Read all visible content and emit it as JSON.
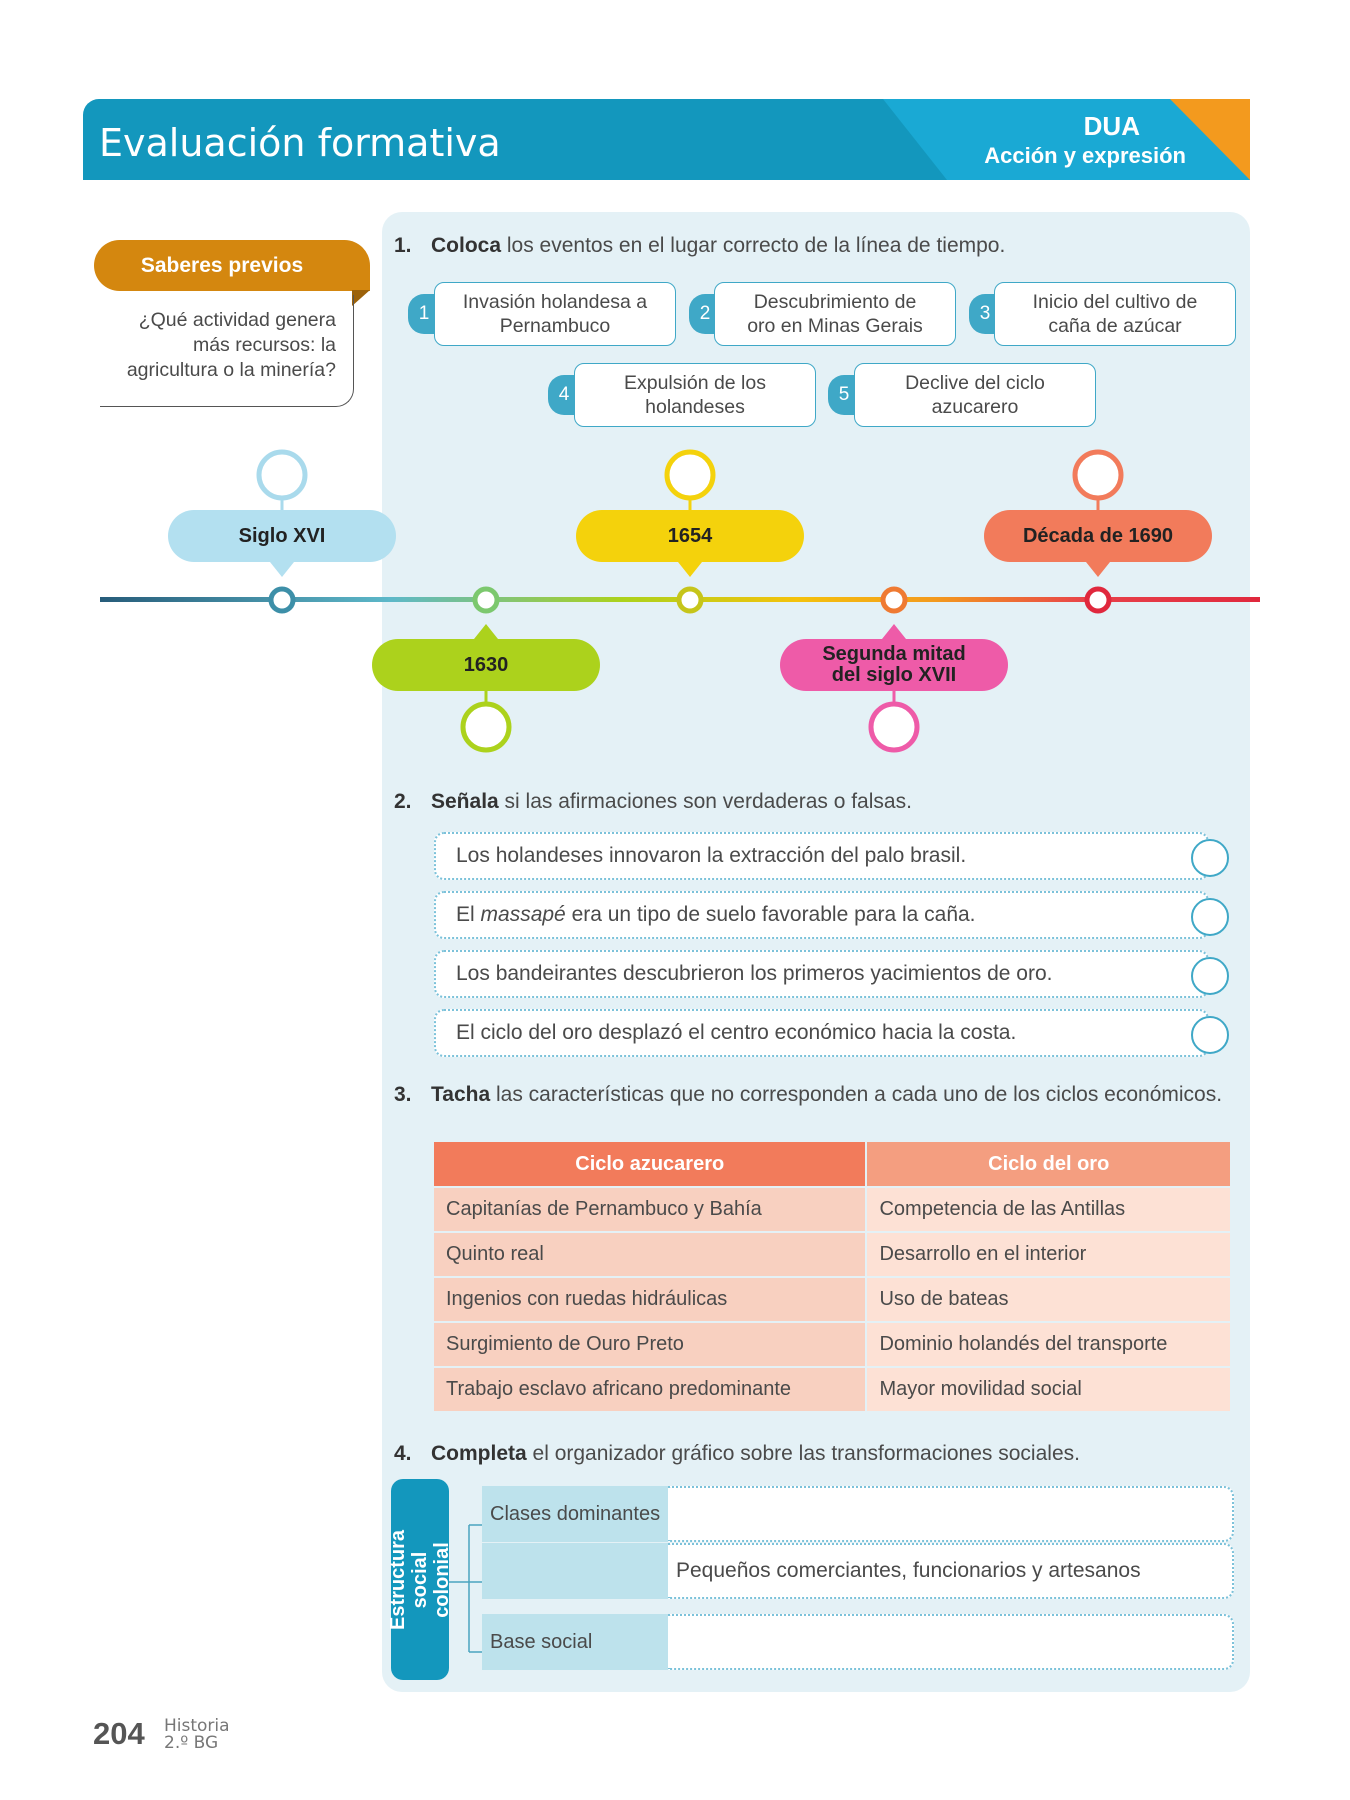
{
  "header": {
    "title": "Evaluación formativa",
    "dua": "DUA",
    "dua_subtitle": "Acción y expresión"
  },
  "saberes": {
    "tab": "Saberes previos",
    "question": "¿Qué actividad genera más recursos: la agricultura o la minería?"
  },
  "q1": {
    "num": "1.",
    "verb": "Coloca",
    "text": " los eventos en el lugar correcto de la línea de tiempo.",
    "events": [
      {
        "num": "1",
        "label": "Invasión holandesa a Pernambuco"
      },
      {
        "num": "2",
        "label": "Descubrimiento de oro en Minas Gerais"
      },
      {
        "num": "3",
        "label": "Inicio del cultivo de caña de azúcar"
      },
      {
        "num": "4",
        "label": "Expulsión de los holandeses"
      },
      {
        "num": "5",
        "label": "Declive del ciclo azucarero"
      }
    ],
    "timeline": [
      {
        "label": "Siglo XVI",
        "color": "#b3e0f0",
        "ring": "#a9daec"
      },
      {
        "label": "1630",
        "color": "#acd21c",
        "ring": "#acd21c"
      },
      {
        "label": "1654",
        "color": "#f4d20c",
        "ring": "#f4d20c"
      },
      {
        "label": "Segunda mitad del siglo XVII",
        "color": "#ee5ba8",
        "ring": "#ee5ba8"
      },
      {
        "label": "Década de 1690",
        "color": "#f27b5b",
        "ring": "#f27b5b"
      }
    ]
  },
  "q2": {
    "num": "2.",
    "verb": "Señala",
    "text": " si las afirmaciones son verdaderas o falsas.",
    "items": [
      {
        "pre": "Los holandeses innovaron la extracción del palo brasil.",
        "em": "",
        "post": ""
      },
      {
        "pre": "El ",
        "em": "massapé",
        "post": " era un tipo de suelo favorable para la caña."
      },
      {
        "pre": "Los bandeirantes descubrieron los primeros yacimientos de oro.",
        "em": "",
        "post": ""
      },
      {
        "pre": "El ciclo del oro desplazó el centro económico hacia la costa.",
        "em": "",
        "post": ""
      }
    ]
  },
  "q3": {
    "num": "3.",
    "verb": "Tacha",
    "text": " las características que no corresponden a cada uno de los ciclos económicos.",
    "headers": [
      "Ciclo azucarero",
      "Ciclo del oro"
    ],
    "rows": [
      [
        "Capitanías de Pernambuco y Bahía",
        "Competencia de las Antillas"
      ],
      [
        "Quinto real",
        "Desarrollo en el interior"
      ],
      [
        "Ingenios con ruedas hidráulicas",
        "Uso de bateas"
      ],
      [
        "Surgimiento de Ouro Preto",
        "Dominio holandés del transporte"
      ],
      [
        "Trabajo esclavo africano predominante",
        "Mayor movilidad social"
      ]
    ]
  },
  "q4": {
    "num": "4.",
    "verb": "Completa",
    "text": " el organizador gráfico sobre las transformaciones sociales.",
    "root": "Estructura social colonial",
    "branches": [
      {
        "label": "Clases dominantes",
        "value": ""
      },
      {
        "label": "",
        "value": "Pequeños comerciantes, funcionarios y artesanos"
      },
      {
        "label": "Base social",
        "value": ""
      }
    ]
  },
  "footer": {
    "page": "204",
    "subject": "Historia",
    "grade": "2.º BG"
  }
}
